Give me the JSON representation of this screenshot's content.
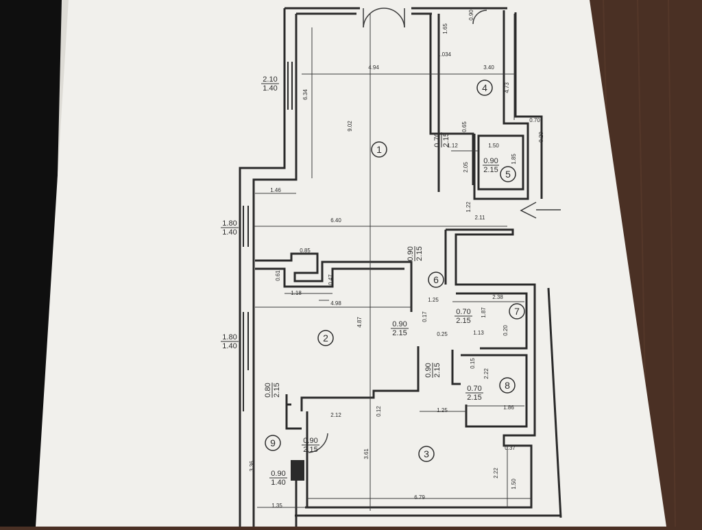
{
  "colors": {
    "background_left": "#0f0f0f",
    "background_right": "#4a3024",
    "paper": "#f1f0ec",
    "paper_shadow": "#dedcd6",
    "wall": "#2a2a2a",
    "dimension": "#3b3b3b",
    "text": "#2b2b2b"
  },
  "rooms": [
    {
      "number": "1"
    },
    {
      "number": "2"
    },
    {
      "number": "3"
    },
    {
      "number": "4"
    },
    {
      "number": "5"
    },
    {
      "number": "6"
    },
    {
      "number": "7"
    },
    {
      "number": "8"
    },
    {
      "number": "9"
    }
  ],
  "dimensions": [
    "4.94",
    "3.40",
    "9.02",
    "6.34",
    "4.73",
    "1.65",
    "1.034",
    "0.90",
    "0.65",
    "0.70",
    "0.20",
    "1.12",
    "1.50",
    "1.85",
    "2.05",
    "1.46",
    "1.22",
    "2.11",
    "6.40",
    "0.85",
    "0.61",
    "0.47",
    "1.18",
    "4.98",
    "1.25",
    "2.38",
    "4.87",
    "0.17",
    "0.25",
    "1.13",
    "1.87",
    "0.20",
    "0.15",
    "2.22",
    "0.12",
    "2.12",
    "1.25",
    "1.86",
    "3.61",
    "0.37",
    "2.22",
    "1.50",
    "1.35",
    "6.79",
    "3.36"
  ],
  "openings": [
    {
      "size": "2.10",
      "height": "1.40"
    },
    {
      "size": "1.80",
      "height": "1.40"
    },
    {
      "size": "1.80",
      "height": "1.40"
    },
    {
      "size": "0.90",
      "height": "1.40"
    },
    {
      "size": "0.80",
      "height": "2.15"
    },
    {
      "size": "0.90",
      "height": "2.15"
    },
    {
      "size": "0.90",
      "height": "2.15"
    },
    {
      "size": "0.90",
      "height": "2.15"
    },
    {
      "size": "0.70",
      "height": "2.15"
    },
    {
      "size": "0.70",
      "height": "2.15"
    },
    {
      "size": "0.70",
      "height": "2.15"
    },
    {
      "size": "0.90",
      "height": "2.15"
    },
    {
      "size": "0.90",
      "height": "2.15"
    }
  ]
}
